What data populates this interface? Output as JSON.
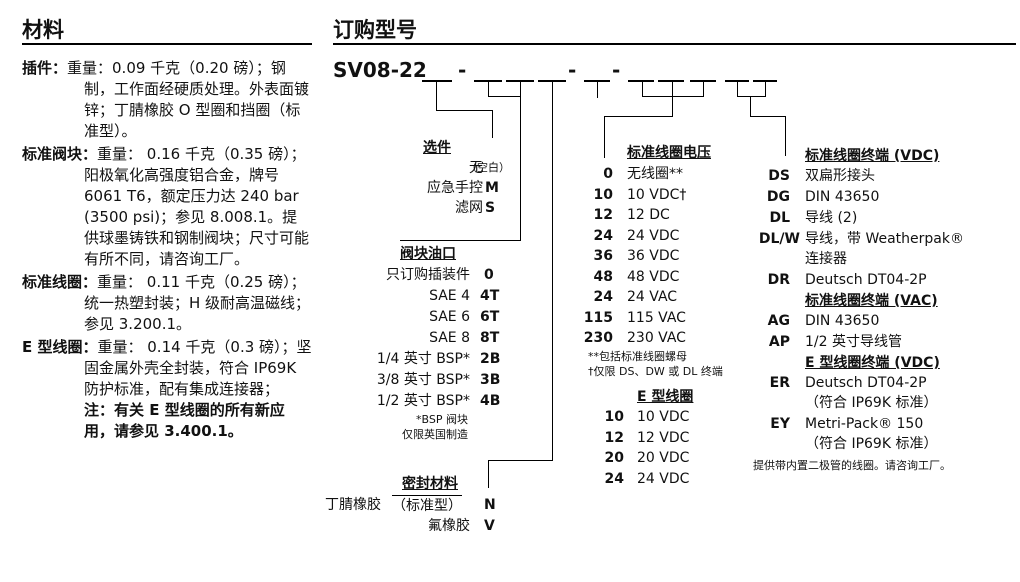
{
  "left": {
    "title": "材料",
    "items": [
      {
        "label": "插件：",
        "text": "重量：0.09 千克（0.20 磅）；钢制，工作面经硬质处理。外表面镀锌；丁腈橡胶 O 型圈和挡圈（标准型）。"
      },
      {
        "label": "标准阀块：",
        "text": "重量： 0.16 千克（0.35 磅）；阳极氧化高强度铝合金，牌号 6061 T6，额定压力达 240 bar (3500 psi)；参见 8.008.1。提供球墨铸铁和钢制阀块；尺寸可能有所不同，请咨询工厂。"
      },
      {
        "label": "标准线圈：",
        "text": "重量： 0.11 千克（0.25 磅）；统一热塑封装；H 级耐高温磁线；参见 3.200.1。"
      },
      {
        "label": "E 型线圈：",
        "text": "重量： 0.14 千克（0.3 磅）；坚固金属外壳全封装，符合 IP69K 防护标准，配有集成连接器；"
      }
    ],
    "note": "注：有关 E 型线圈的所有新应用，请参见 3.400.1。"
  },
  "right": {
    "title": "订购型号",
    "model": "SV08-22",
    "dash": "-",
    "options": {
      "title": "选件",
      "rows": [
        {
          "label": "无",
          "extra": "（空白）",
          "code": ""
        },
        {
          "label": "应急手控",
          "code": "M"
        },
        {
          "label": "滤网",
          "code": "S"
        }
      ]
    },
    "ports": {
      "title": "阀块油口",
      "rows": [
        {
          "label": "只订购插装件",
          "code": "0"
        },
        {
          "label": "SAE 4",
          "code": "4T"
        },
        {
          "label": "SAE 6",
          "code": "6T"
        },
        {
          "label": "SAE 8",
          "code": "8T"
        },
        {
          "label": "1/4 英寸 BSP*",
          "code": "2B"
        },
        {
          "label": "3/8 英寸 BSP*",
          "code": "3B"
        },
        {
          "label": "1/2 英寸 BSP*",
          "code": "4B"
        }
      ],
      "note1": "*BSP 阀块",
      "note2": "仅限英国制造"
    },
    "seals": {
      "title": "密封材料",
      "rows": [
        {
          "label": "丁腈橡胶",
          "sub": "（标准型）",
          "code": "N"
        },
        {
          "label": "氟橡胶",
          "code": "V"
        }
      ]
    },
    "voltage": {
      "title": "标准线圈电压",
      "rows": [
        {
          "code": "0",
          "label": "无线圈**"
        },
        {
          "code": "10",
          "label": "10 VDC†"
        },
        {
          "code": "12",
          "label": "12  DC"
        },
        {
          "code": "24",
          "label": "24 VDC"
        },
        {
          "code": "36",
          "label": "36 VDC"
        },
        {
          "code": "48",
          "label": "48 VDC"
        },
        {
          "code": "24",
          "label": "24 VAC"
        },
        {
          "code": "115",
          "label": "115 VAC"
        },
        {
          "code": "230",
          "label": "230 VAC"
        }
      ],
      "note1": "**包括标准线圈螺母",
      "note2": "†仅限 DS、DW 或 DL 终端"
    },
    "ecoil": {
      "title": "E 型线圈",
      "rows": [
        {
          "code": "10",
          "label": "10 VDC"
        },
        {
          "code": "12",
          "label": "12 VDC"
        },
        {
          "code": "20",
          "label": "20 VDC"
        },
        {
          "code": "24",
          "label": "24 VDC"
        }
      ]
    },
    "term_vdc": {
      "title": "标准线圈终端 (VDC)",
      "rows": [
        {
          "code": "DS",
          "label": "双扁形接头"
        },
        {
          "code": "DG",
          "label": "DIN 43650"
        },
        {
          "code": "DL",
          "label": "导线 (2)"
        },
        {
          "code": "DL/W",
          "label": "导线，带 Weatherpak®",
          "label2": "连接器"
        },
        {
          "code": "DR",
          "label": "Deutsch DT04-2P"
        }
      ]
    },
    "term_vac": {
      "title": "标准线圈终端 (VAC)",
      "rows": [
        {
          "code": "AG",
          "label": "DIN 43650"
        },
        {
          "code": "AP",
          "label": "1/2 英寸导线管"
        }
      ]
    },
    "term_e": {
      "title": "E 型线圈终端 (VDC)",
      "rows": [
        {
          "code": "ER",
          "label": "Deutsch DT04-2P",
          "label2": "（符合 IP69K 标准）"
        },
        {
          "code": "EY",
          "label": "Metri-Pack® 150",
          "label2": "（符合 IP69K 标准）"
        }
      ]
    },
    "footer": "提供带内置二极管的线圈。请咨询工厂。"
  }
}
